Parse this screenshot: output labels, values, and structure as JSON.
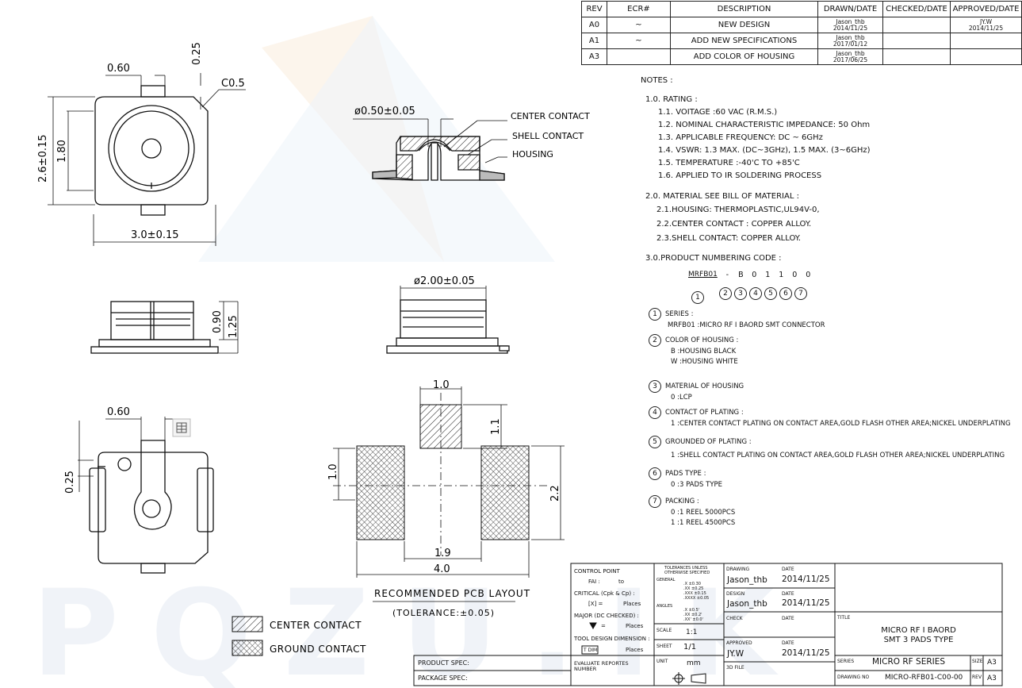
{
  "revisions": {
    "headers": [
      "REV",
      "ECR#",
      "DESCRIPTION",
      "DRAWN/DATE",
      "CHECKED/DATE",
      "APPROVED/DATE"
    ],
    "rows": [
      {
        "rev": "A0",
        "ecr": "~",
        "description": "NEW DESIGN",
        "drawn_name": "Jason_thb",
        "drawn_date": "2014/11/25",
        "checked": "",
        "approved_name": "JY.W",
        "approved_date": "2014/11/25"
      },
      {
        "rev": "A1",
        "ecr": "~",
        "description": "ADD NEW SPECIFICATIONS",
        "drawn_name": "Jason_thb",
        "drawn_date": "2017/01/12",
        "checked": "",
        "approved_name": "",
        "approved_date": ""
      },
      {
        "rev": "A3",
        "ecr": "",
        "description": "ADD COLOR OF HOUSING",
        "drawn_name": "Jason_thb",
        "drawn_date": "2017/06/25",
        "checked": "",
        "approved_name": "",
        "approved_date": ""
      }
    ]
  },
  "notes": {
    "title": "NOTES :",
    "rating_title": "1.0. RATING :",
    "rating": [
      "1.1. VOITAGE :60 VAC (R.M.S.)",
      "1.2. NOMINAL CHARACTERISTIC IMPEDANCE: 50 Ohm",
      "1.3. APPLICABLE FREQUENCY: DC ~ 6GHz",
      "1.4. VSWR: 1.3 MAX. (DC~3GHz), 1.5 MAX. (3~6GHz)",
      "1.5. TEMPERATURE :-40'C TO +85'C",
      "1.6. APPLIED TO IR SOLDERING PROCESS"
    ],
    "material_title": "2.0. MATERIAL SEE BILL OF MATERIAL :",
    "material": [
      "2.1.HOUSING: THERMOPLASTIC,UL94V-0,",
      "2.2.CENTER CONTACT : COPPER ALLOY.",
      "2.3.SHELL CONTACT: COPPER ALLOY."
    ],
    "numbering_title": "3.0.PRODUCT NUMBERING CODE :",
    "part_code": [
      "MRFB01",
      "-",
      "B",
      "0",
      "1",
      "1",
      "0",
      "0"
    ],
    "part_circles": [
      "1",
      "2",
      "3",
      "4",
      "5",
      "6",
      "7"
    ],
    "items": [
      {
        "num": "1",
        "title": "SERIES :",
        "lines": [
          "MRFB01 :MICRO RF I BAORD SMT CONNECTOR"
        ]
      },
      {
        "num": "2",
        "title": "COLOR OF HOUSING :",
        "lines": [
          "B :HOUSING BLACK",
          "W :HOUSING WHITE"
        ]
      },
      {
        "num": "3",
        "title": "MATERIAL OF HOUSING",
        "lines": [
          "0 :LCP"
        ]
      },
      {
        "num": "4",
        "title": "CONTACT OF PLATING :",
        "lines": [
          "1 :CENTER CONTACT PLATING ON CONTACT AREA,GOLD FLASH OTHER AREA;NICKEL UNDERPLATING"
        ]
      },
      {
        "num": "5",
        "title": "GROUNDED OF PLATING :",
        "lines": [
          "1 :SHELL CONTACT PLATING ON CONTACT AREA,GOLD FLASH OTHER AREA;NICKEL UNDERPLATING"
        ]
      },
      {
        "num": "6",
        "title": "PADS TYPE :",
        "lines": [
          "0 :3 PADS TYPE"
        ]
      },
      {
        "num": "7",
        "title": "PACKING :",
        "lines": [
          "0 :1 REEL 5000PCS",
          "1 :1 REEL 4500PCS"
        ]
      }
    ]
  },
  "dims": {
    "top_060": "0.60",
    "top_025": "0.25",
    "chamfer": "C0.5",
    "height_26": "2.6±0.15",
    "height_180": "1.80",
    "width_30": "3.0±0.15",
    "side_090": "0.90",
    "side_125": "1.25",
    "bottom_060": "0.60",
    "bottom_025": "0.25",
    "section_dia": "ø0.50±0.05",
    "side_dia": "ø2.00±0.05",
    "pcb_10_top": "1.0",
    "pcb_11": "1.1",
    "pcb_10_left": "1.0",
    "pcb_22": "2.2",
    "pcb_19": "1.9",
    "pcb_40": "4.0"
  },
  "callouts": {
    "center": "CENTER CONTACT",
    "shell": "SHELL CONTACT",
    "housing": "HOUSING"
  },
  "pcb": {
    "title": "RECOMMENDED PCB LAYOUT",
    "tolerance": "(TOLERANCE:±0.05)"
  },
  "legend": {
    "center": "CENTER CONTACT",
    "ground": "GROUND CONTACT"
  },
  "titleblock": {
    "control_point": "CONTROL POINT",
    "fai": "FAI :",
    "to": "to",
    "critical": "CRITICAL (Cpk & Cp) :",
    "dx": "[X] =",
    "places1": "Places",
    "major": "MAJOR (DC CHECKED) :",
    "places2": "Places",
    "tool": "TOOL DESIGN DIMENSION :",
    "tdim": "T DIM",
    "places3": "Places",
    "evaluate": "EVALUATE REPORTES NUMBER",
    "tolerances": "TOLERANCES UNLESS OTHERWISE SPECIFIED",
    "general": "GENERAL",
    "tol_lin": [
      ".X  ±0.30",
      ".XX  ±0.25",
      ".XXX  ±0.15",
      ".XXXX  ±0.05"
    ],
    "angles": "ANGLES",
    "tol_ang": [
      ".X  ±0.5'",
      ".XX  ±0.2'",
      ".XX'  ±0.0'"
    ],
    "scale_label": "SCALE",
    "scale": "1:1",
    "sheet_label": "SHEET",
    "sheet": "1/1",
    "unit_label": "UNIT",
    "unit": "mm",
    "drawing_label": "DRAWING",
    "drawing_name": "Jason_thb",
    "date_label": "DATE",
    "drawing_date": "2014/11/25",
    "design_label": "DESIGN",
    "design_name": "Jason_thb",
    "design_date": "2014/11/25",
    "check_label": "CHECK",
    "approved_label": "APPROVED",
    "approved_name": "JY.W",
    "approved_date": "2014/11/25",
    "file_label": "3D FILE",
    "title_label": "TITLE",
    "title_line1": "MICRO RF I BAORD",
    "title_line2": "SMT 3 PADS TYPE",
    "series_label": "SERIES",
    "series": "MICRO RF SERIES",
    "size_label": "SIZE",
    "size": "A3",
    "drawing_no_label": "DRAWING NO",
    "drawing_no": "MICRO-RFB01-C00-00",
    "rev_label": "REV",
    "rev": "A3",
    "product_spec": "PRODUCT SPEC:",
    "package_spec": "PACKAGE SPEC:"
  },
  "watermark": "PQZU.IK"
}
